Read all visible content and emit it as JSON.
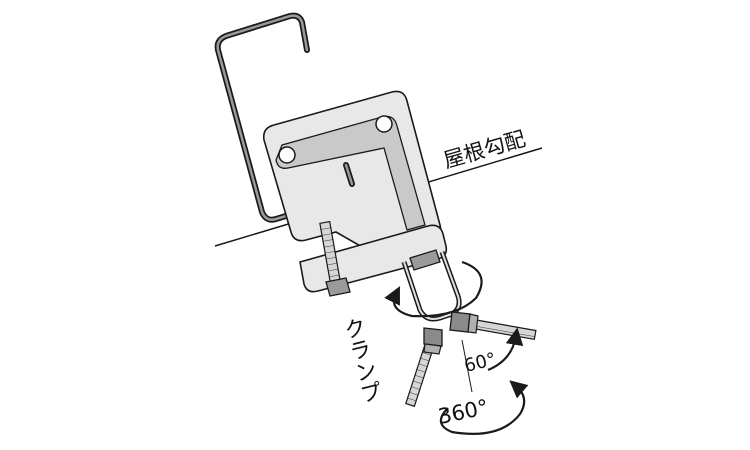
{
  "labels": {
    "roof_slope": "屋根勾配",
    "clamp": "クランプ",
    "angle_60": "60°",
    "angle_360": "360°"
  },
  "colors": {
    "line": "#1a1a1a",
    "plate": "#e6e6e6",
    "slot": "#c9c9c9",
    "metal": "#bdbdbd"
  }
}
